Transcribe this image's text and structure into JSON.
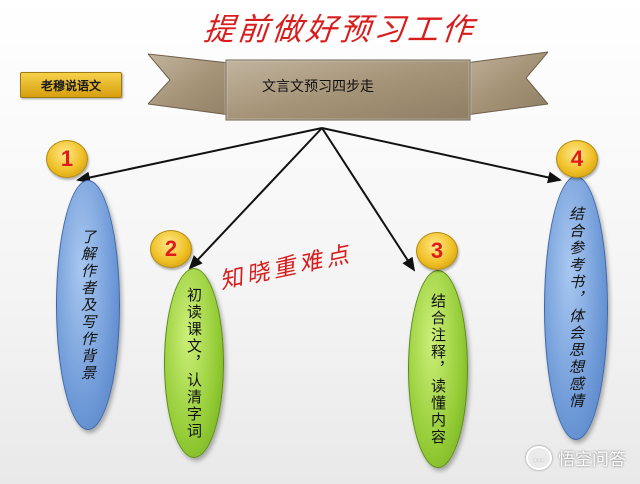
{
  "title": "提前做好预习工作",
  "brand": "老穆说语文",
  "banner": "文言文预习四步走",
  "mid_label": "知晓重难点",
  "steps": [
    {
      "number": "1",
      "text": "了解作者及写作背景"
    },
    {
      "number": "2",
      "text": "初读课文，认清字词"
    },
    {
      "number": "3",
      "text": "结合注释，读懂内容"
    },
    {
      "number": "4",
      "text": "结合参考书，体会思想感情"
    }
  ],
  "watermark": "悟空问答",
  "colors": {
    "title": "#d81d1d",
    "circle": "#f0c026",
    "pill_blue": "#6f9ad8",
    "pill_green": "#94cc36",
    "banner": "#a79780"
  }
}
